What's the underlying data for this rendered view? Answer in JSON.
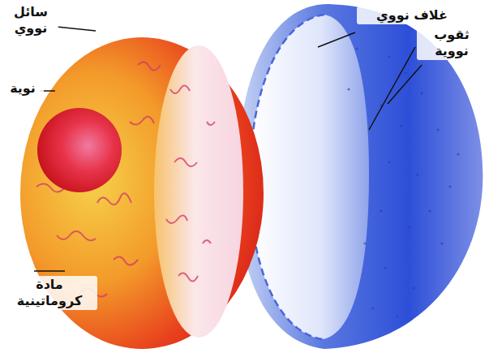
{
  "diagram": {
    "labels": [
      "سائل نووي",
      "غلاف نووي",
      "ثقوب نووية",
      "نوية",
      "مادة كروماتينية"
    ]
  }
}
